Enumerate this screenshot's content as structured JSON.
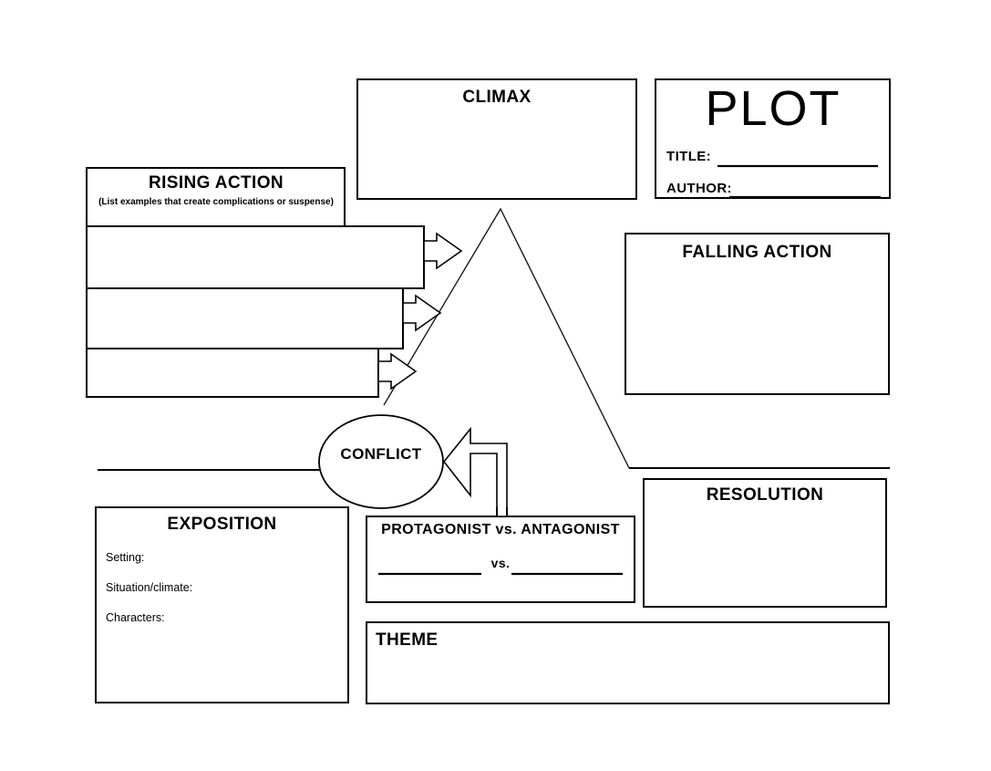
{
  "worksheet": {
    "type": "plot-diagram-graphic-organizer"
  },
  "plot_header": {
    "title": "PLOT",
    "title_field_label": "TITLE:",
    "author_field_label": "AUTHOR:"
  },
  "stages": {
    "climax": "CLIMAX",
    "rising_action": "RISING ACTION",
    "rising_action_note": "(List examples that create complications or suspense)",
    "falling_action": "FALLING ACTION",
    "resolution": "RESOLUTION",
    "exposition": "EXPOSITION",
    "conflict": "CONFLICT",
    "theme": "THEME"
  },
  "exposition_fields": [
    {
      "label": "Setting:"
    },
    {
      "label": "Situation/climate:"
    },
    {
      "label": "Characters:"
    }
  ],
  "conflict_box": {
    "heading": "PROTAGONIST vs. ANTAGONIST",
    "vs_label": "vs."
  },
  "rising_action_slots": [
    {
      "index": 1,
      "value": ""
    },
    {
      "index": 2,
      "value": ""
    },
    {
      "index": 3,
      "value": ""
    }
  ],
  "colors": {
    "ink": "#000000",
    "paper": "#ffffff"
  }
}
